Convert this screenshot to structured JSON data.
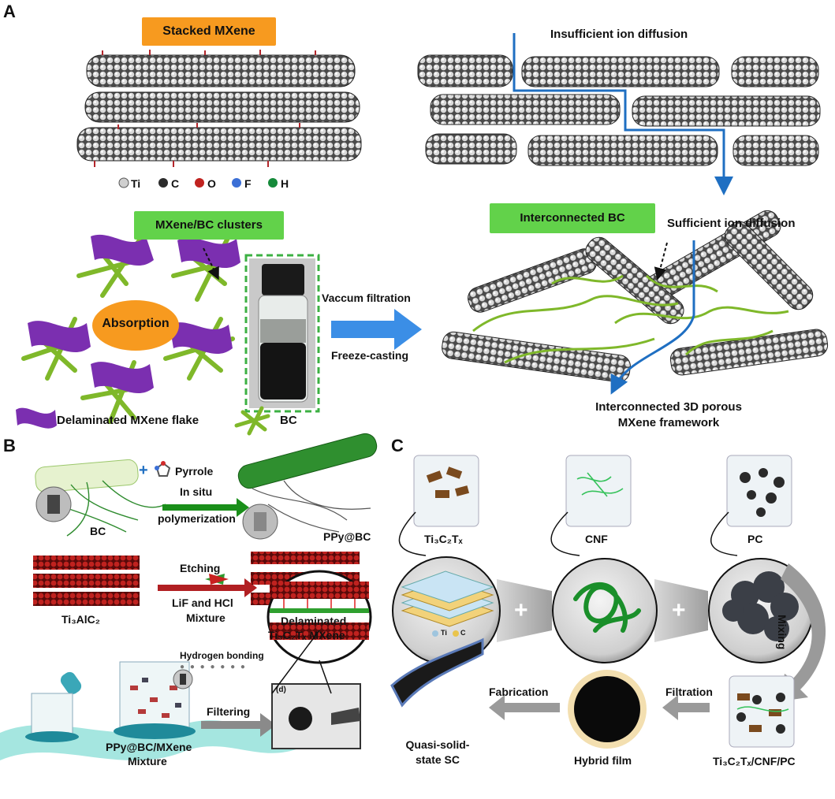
{
  "panels": {
    "a": {
      "letter": "A",
      "stacked_label": "Stacked MXene",
      "legend": {
        "ti": "Ti",
        "c": "C",
        "o": "O",
        "f": "F",
        "h": "H"
      },
      "insufficient": "Insufficient ion diffusion",
      "clusters_label": "MXene/BC clusters",
      "absorption": "Absorption",
      "vaccum": "Vaccum filtration",
      "freeze": "Freeze-casting",
      "interconnected_bc": "Interconnected BC",
      "sufficient": "Sufficient ion diffusion",
      "framework_line1": "Interconnected 3D porous",
      "framework_line2": "MXene framework",
      "flake_legend": "Delaminated MXene flake",
      "bc_legend": "BC"
    },
    "b": {
      "letter": "B",
      "plus": "+",
      "pyrrole": "Pyrrole",
      "insitu": "In situ",
      "polymerization": "polymerization",
      "bc": "BC",
      "ppybc": "PPy@BC",
      "etching": "Etching",
      "lif1": "LiF and HCl",
      "lif2": "Mixture",
      "ti3alc2": "Ti₃AlC₂",
      "delam1": "Delaminated",
      "delam2": "Ti₃C₂Tₓ MXene",
      "hbond": "Hydrogen bonding",
      "hb_legend": "● ● ● ● ● ● ●",
      "mix1": "PPy@BC/MXene",
      "mix2": "Mixture",
      "filtering": "Filtering",
      "inset_d": "(d)"
    },
    "c": {
      "letter": "C",
      "ti3c2tx": "Ti₃C₂Tₓ",
      "cnf": "CNF",
      "pc": "PC",
      "legend_ti": "Ti",
      "legend_c": "C",
      "plus": "+",
      "mixing": "Mixing",
      "filtration": "Filtration",
      "fabrication": "Fabrication",
      "sc1": "Quasi-solid-",
      "sc2": "state SC",
      "hybrid": "Hybrid film",
      "composite": "Ti₃C₂Tₓ/CNF/PC"
    }
  },
  "colors": {
    "orange": "#f79a1f",
    "green_tag": "#62d24a",
    "blue_arrow": "#1f6fc2",
    "purple": "#7b2fb0",
    "bc_green": "#7fb82a",
    "red_arrow": "#b11f22",
    "green_arrow": "#1a8f1a",
    "gray_arrow": "#9a9a9a"
  }
}
